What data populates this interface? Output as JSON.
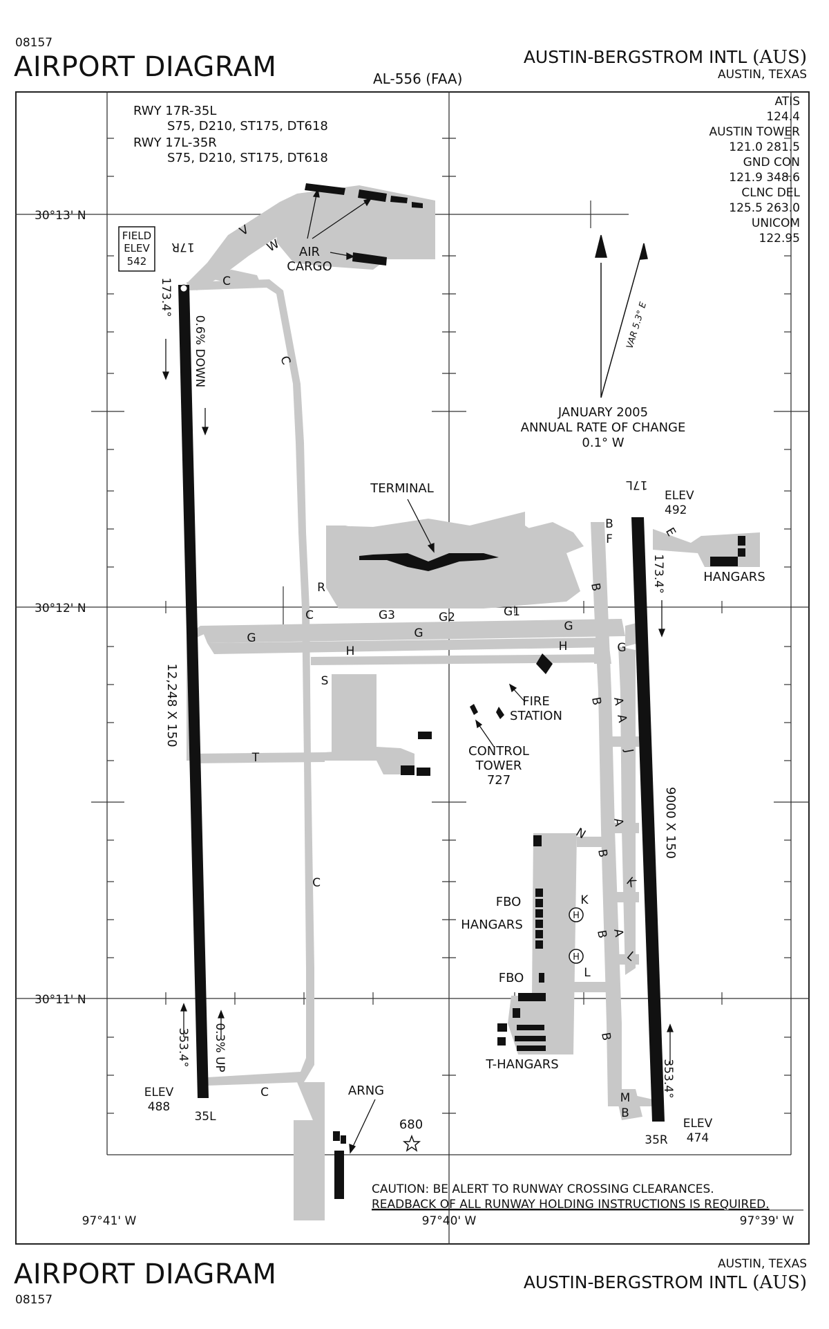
{
  "header": {
    "doc_number_top": "08157",
    "title_top": "AIRPORT DIAGRAM",
    "procedure_id": "AL-556 (FAA)",
    "airport_name_top": "AUSTIN-BERGSTROM INTL",
    "airport_code_top": "(AUS)",
    "city_top": "AUSTIN, TEXAS"
  },
  "footer": {
    "title_bottom": "AIRPORT DIAGRAM",
    "doc_number_bottom": "08157",
    "city_bottom": "AUSTIN, TEXAS",
    "airport_name_bottom": "AUSTIN-BERGSTROM INTL",
    "airport_code_bottom": "(AUS)"
  },
  "runway_info": [
    {
      "rwy": "RWY 17R-35L",
      "strength": "S75, D210, ST175, DT618"
    },
    {
      "rwy": "RWY 17L-35R",
      "strength": "S75, D210, ST175, DT618"
    }
  ],
  "frequencies": [
    "ATIS",
    "124.4",
    "AUSTIN TOWER",
    "121.0  281.5",
    "GND CON",
    "121.9  348.6",
    "CLNC DEL",
    "125.5  263.0",
    "UNICOM",
    "122.95"
  ],
  "coordinates": {
    "lat_1": "30°13' N",
    "lat_2": "30°12' N",
    "lat_3": "30°11' N",
    "lon_1": "97°41' W",
    "lon_2": "97°40' W",
    "lon_3": "97°39' W"
  },
  "variation": {
    "var_label": "VAR 5.3° E",
    "line1": "JANUARY 2005",
    "line2": "ANNUAL RATE OF CHANGE",
    "line3": "0.1°  W"
  },
  "runway_17R": {
    "end_top": "17R",
    "end_bottom": "35L",
    "field_elev_line1": "FIELD",
    "field_elev_line2": "ELEV",
    "field_elev_value": "542",
    "heading_top": "173.4°",
    "slope_top": "0.6% DOWN",
    "dimensions": "12,248 X 150",
    "heading_bottom": "353.4°",
    "slope_bottom": "0.3% UP",
    "elev_bottom_label": "ELEV",
    "elev_bottom_value": "488"
  },
  "runway_17L": {
    "end_top": "17L",
    "end_bottom": "35R",
    "elev_top_label": "ELEV",
    "elev_top_value": "492",
    "heading_top": "173.4°",
    "dimensions": "9000 X 150",
    "heading_bottom": "353.4°",
    "elev_bottom_label": "ELEV",
    "elev_bottom_value": "474"
  },
  "facilities": {
    "terminal": "TERMINAL",
    "air_cargo_1": "AIR",
    "air_cargo_2": "CARGO",
    "hangars_ne": "HANGARS",
    "fire_station_1": "FIRE",
    "fire_station_2": "STATION",
    "control_tower_1": "CONTROL",
    "control_tower_2": "TOWER",
    "control_tower_elev": "727",
    "fbo_1": "FBO",
    "hangars_w": "HANGARS",
    "fbo_2": "FBO",
    "t_hangars": "T-HANGARS",
    "arng": "ARNG",
    "obstacle_elev": "680",
    "heli_symbol": "H"
  },
  "taxiways": {
    "V": "V",
    "W": "W",
    "C": "C",
    "R": "R",
    "G": "G",
    "G1": "G1",
    "G2": "G2",
    "G3": "G3",
    "H": "H",
    "S": "S",
    "T": "T",
    "B": "B",
    "F": "F",
    "E": "E",
    "A": "A",
    "J": "J",
    "N": "N",
    "K": "K",
    "L": "L",
    "M": "M"
  },
  "caution": {
    "line1": "CAUTION:  BE ALERT TO RUNWAY CROSSING CLEARANCES.",
    "line2": "READBACK OF ALL RUNWAY HOLDING INSTRUCTIONS IS REQUIRED."
  }
}
